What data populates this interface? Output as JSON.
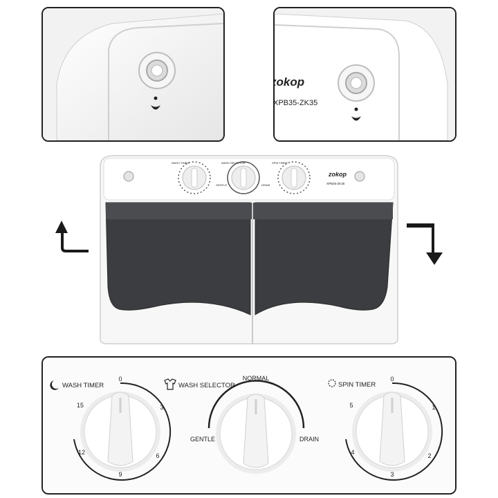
{
  "brand": "zokop",
  "model": "XPB35-ZK35",
  "controls": {
    "wash_timer": {
      "label": "WASH TIMER",
      "ticks": [
        "0",
        "3",
        "6",
        "9",
        "12",
        "15"
      ]
    },
    "wash_selector": {
      "label": "WASH SELECTOR",
      "options": [
        "NORMAL",
        "GENTLE",
        "DRAIN"
      ]
    },
    "spin_timer": {
      "label": "SPIN TIMER",
      "ticks": [
        "0",
        "1",
        "2",
        "3",
        "4",
        "5"
      ]
    }
  },
  "mini_panel": {
    "wash_timer": "WASH TIMER",
    "wash_selector": "WASH SELECTOR",
    "spin_timer": "SPIN TIMER",
    "gentle": "GENTLE",
    "drain": "DRAIN"
  },
  "colors": {
    "body": "#f7f7f7",
    "lid": "#3b3d40",
    "frame": "#222222",
    "arrow": "#1a1a1a"
  },
  "icons": [
    "rotate-left-arrow-icon",
    "rotate-right-arrow-icon",
    "moon-icon",
    "shirt-icon",
    "spin-icon"
  ]
}
